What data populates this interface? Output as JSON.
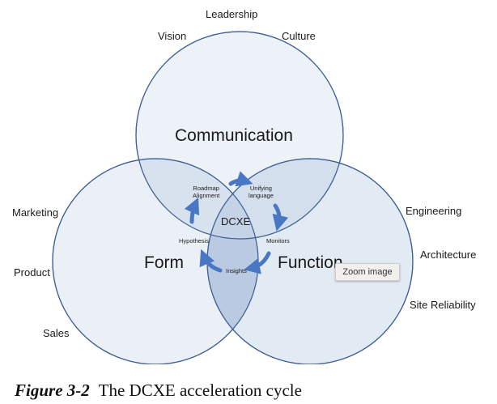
{
  "diagram": {
    "circles": {
      "top": "Communication",
      "left": "Form",
      "right": "Function"
    },
    "center": "DCXE",
    "cycle": {
      "roadmap_1": "Roadmap",
      "roadmap_2": "Alignment",
      "unifying_1": "Unifying",
      "unifying_2": "language",
      "monitors": "Monitors",
      "insights": "Insights",
      "hypothesis": "Hypothesis"
    },
    "top_labels": {
      "leadership": "Leadership",
      "vision": "Vision",
      "culture": "Culture"
    },
    "left_labels": {
      "marketing": "Marketing",
      "product": "Product",
      "sales": "Sales"
    },
    "right_labels": {
      "engineering": "Engineering",
      "architecture": "Architecture",
      "site_reliability": "Site Reliability"
    },
    "colors": {
      "circle_stroke": "#3f5f96",
      "circle_fill": "#dfe8f3",
      "arrow": "#4a77c4"
    }
  },
  "zoom_button": "Zoom image",
  "caption": {
    "number": "Figure 3-2",
    "text": "The DCXE acceleration cycle"
  }
}
